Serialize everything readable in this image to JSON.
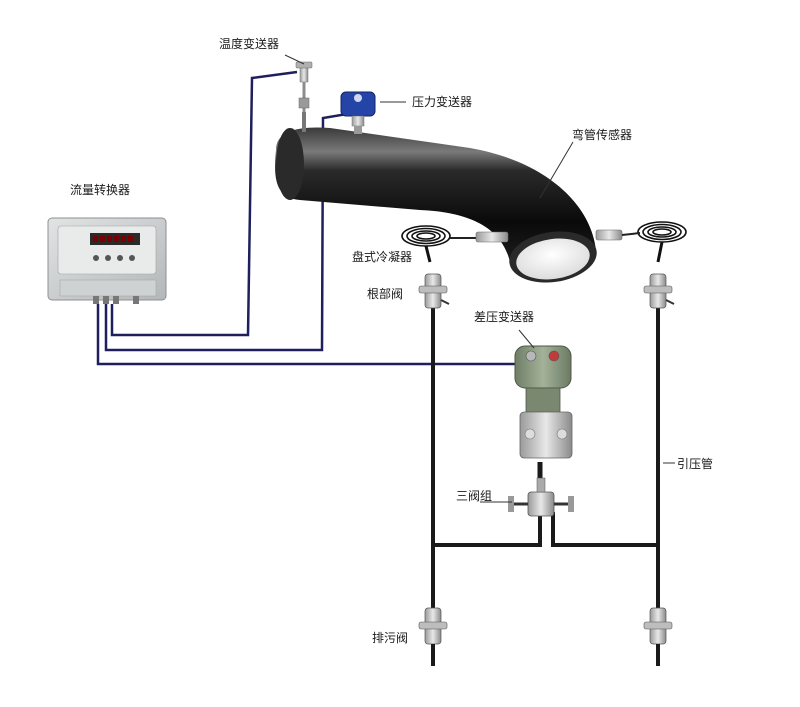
{
  "labels": {
    "temperature_transmitter": "温度变送器",
    "pressure_transmitter": "压力变送器",
    "elbow_sensor": "弯管传感器",
    "flow_converter": "流量转换器",
    "condenser": "盘式冷凝器",
    "root_valve": "根部阀",
    "dp_transmitter": "差压变送器",
    "three_valve_manifold": "三阀组",
    "impulse_pipe": "引压管",
    "drain_valve": "排污阀"
  },
  "colors": {
    "signal_cable": "#1e1f5c",
    "impulse_line": "#1a1a1a",
    "pipe_dark": "#0c0c0c",
    "pipe_highlight": "#6e6e6e",
    "transmitter_body": "#8c9c82",
    "converter_case": "#d4d6d6",
    "pressure_head": "#2544a8"
  }
}
